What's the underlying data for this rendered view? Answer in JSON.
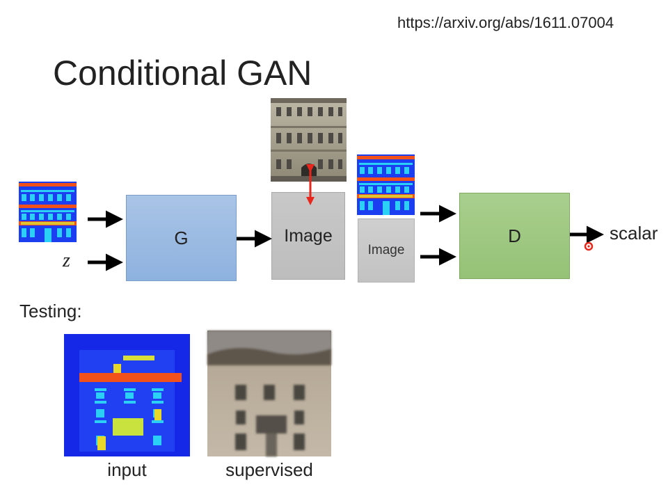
{
  "slide": {
    "url": "https://arxiv.org/abs/1611.07004",
    "title": "Conditional GAN",
    "generator_label": "G",
    "image_label": "Image",
    "image_label_small": "Image",
    "discriminator_label": "D",
    "output_label": "scalar",
    "noise_label": "z",
    "testing_label": "Testing:",
    "input_caption": "input",
    "supervised_caption": "supervised"
  },
  "colors": {
    "arrow": "#000000",
    "highlight_arrow": "#e8261c",
    "facade_blue": "#1b3ff0",
    "facade_orange": "#f2521a",
    "facade_cyan": "#2ad0f5",
    "facade_yellow": "#d8e03a"
  },
  "icons": {
    "facade_label_map": "facade-label-map-icon",
    "building_photo": "building-photo-icon",
    "cursor": "pointer-cursor-icon"
  }
}
